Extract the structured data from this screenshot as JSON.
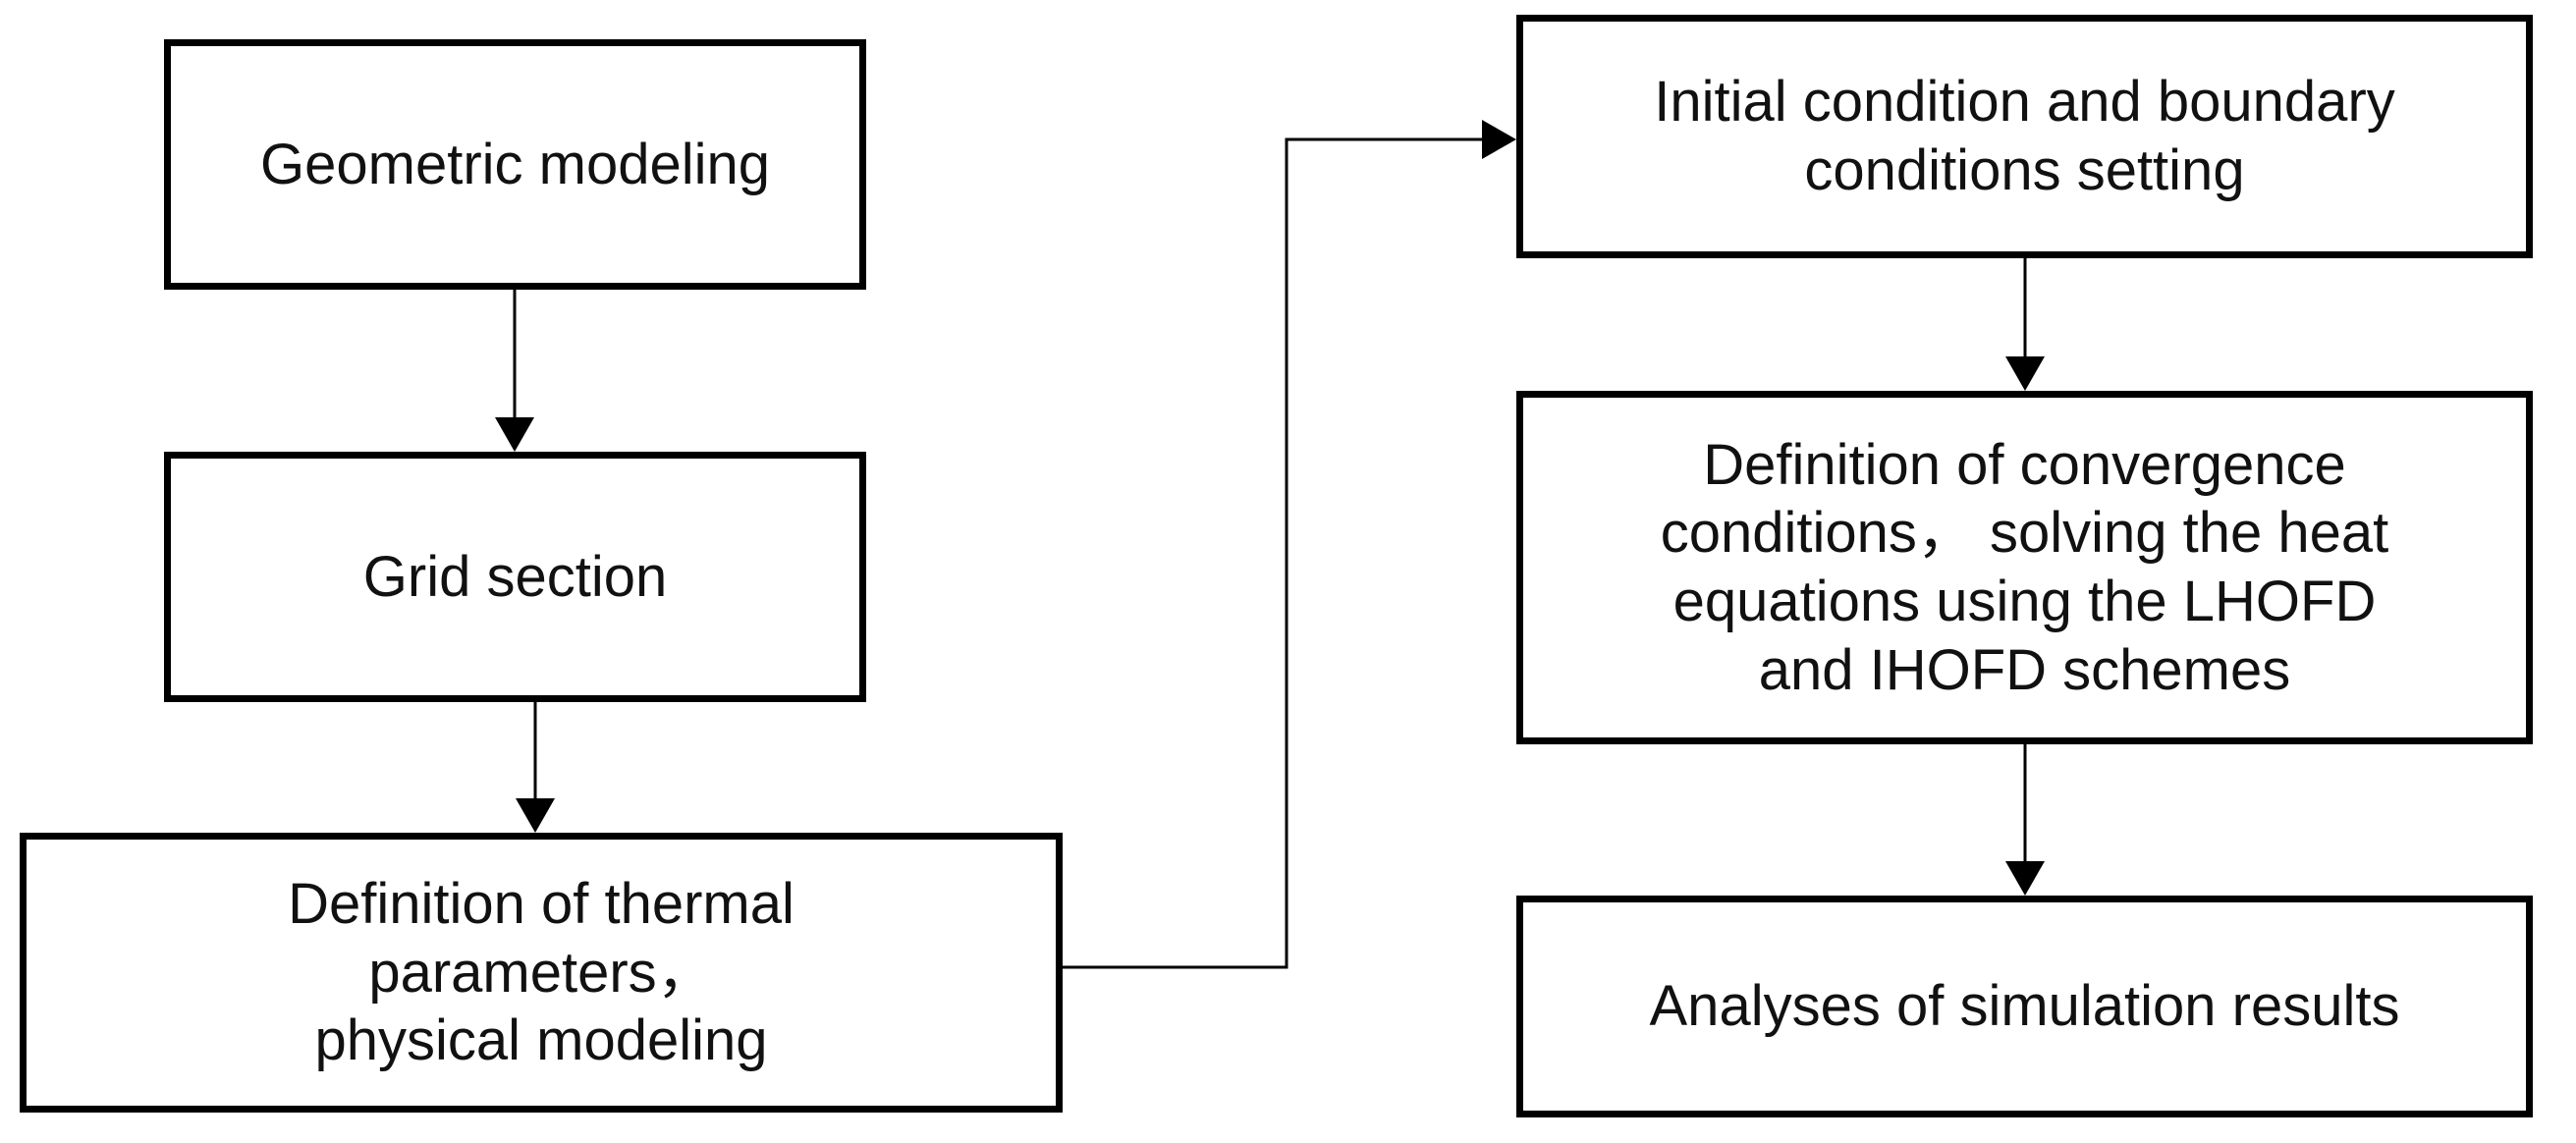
{
  "nodes": {
    "geometric_modeling": {
      "lines": [
        "Geometric modeling"
      ]
    },
    "grid_section": {
      "lines": [
        "Grid section"
      ]
    },
    "thermal_parameters": {
      "lines": [
        "Definition of thermal",
        "parameters，",
        "physical modeling"
      ]
    },
    "initial_boundary": {
      "lines": [
        "Initial condition and boundary",
        "conditions setting"
      ]
    },
    "convergence": {
      "lines": [
        "Definition of convergence",
        "conditions， solving the heat",
        "equations using the LHOFD",
        "and IHOFD schemes"
      ]
    },
    "analyses": {
      "lines": [
        "Analyses of simulation results"
      ]
    }
  },
  "edges": [
    {
      "from": "geometric_modeling",
      "to": "grid_section"
    },
    {
      "from": "grid_section",
      "to": "thermal_parameters"
    },
    {
      "from": "thermal_parameters",
      "to": "initial_boundary"
    },
    {
      "from": "initial_boundary",
      "to": "convergence"
    },
    {
      "from": "convergence",
      "to": "analyses"
    }
  ],
  "colors": {
    "border": "#000000",
    "text": "#111111",
    "arrow": "#000000",
    "background": "#ffffff"
  }
}
